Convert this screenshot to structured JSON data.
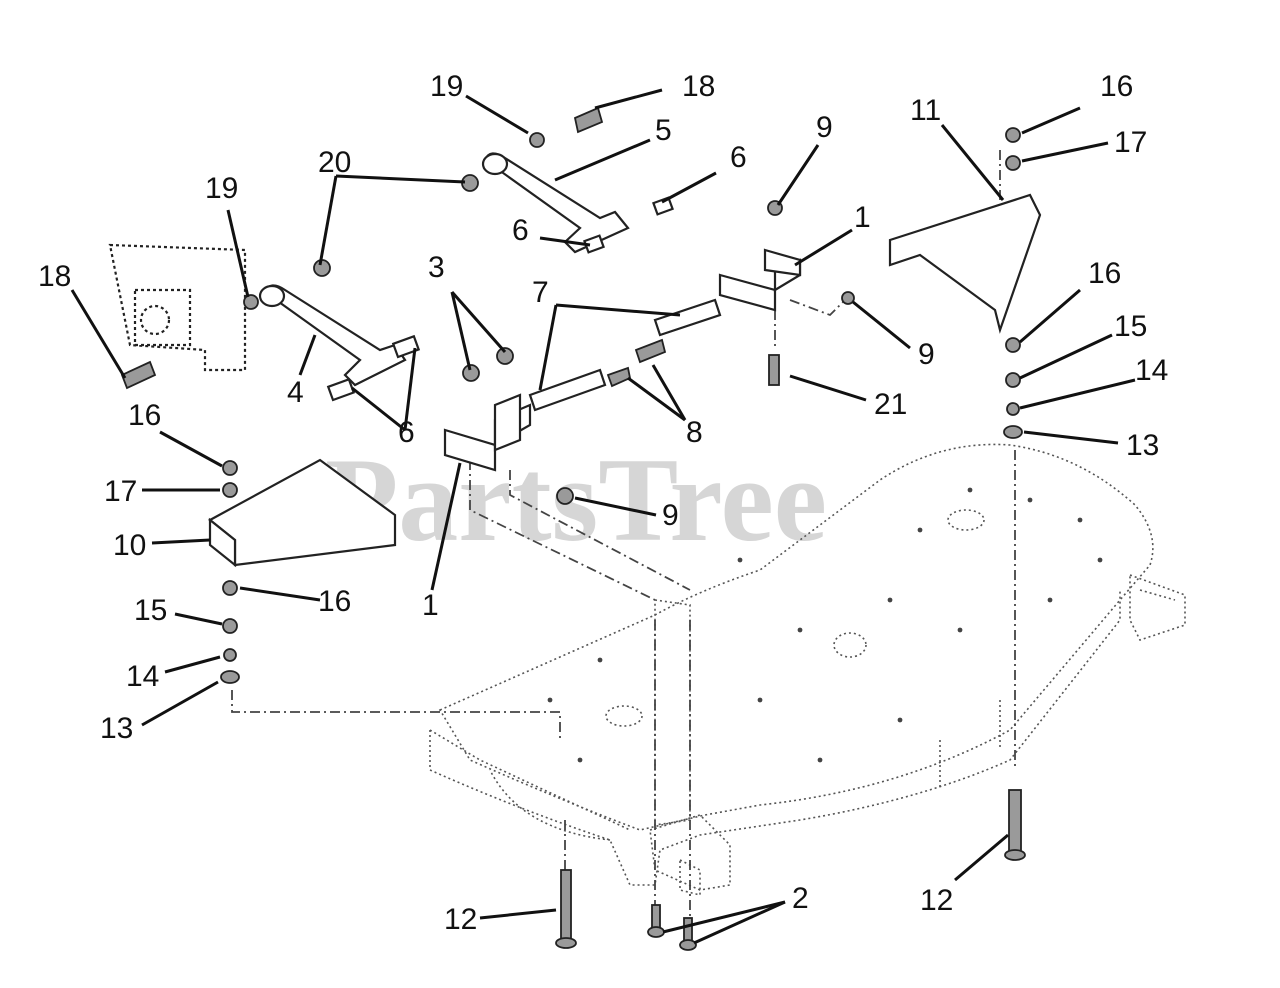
{
  "watermark": "PartsTree",
  "callouts": [
    {
      "id": "c19a",
      "text": "19"
    },
    {
      "id": "c18a",
      "text": "18"
    },
    {
      "id": "c5",
      "text": "5"
    },
    {
      "id": "c20",
      "text": "20"
    },
    {
      "id": "c6a",
      "text": "6"
    },
    {
      "id": "c6b",
      "text": "6"
    },
    {
      "id": "c19b",
      "text": "19"
    },
    {
      "id": "c18b",
      "text": "18"
    },
    {
      "id": "c4",
      "text": "4"
    },
    {
      "id": "c6c",
      "text": "6"
    },
    {
      "id": "c3",
      "text": "3"
    },
    {
      "id": "c7",
      "text": "7"
    },
    {
      "id": "c8",
      "text": "8"
    },
    {
      "id": "c9a",
      "text": "9"
    },
    {
      "id": "c1a",
      "text": "1"
    },
    {
      "id": "c9b",
      "text": "9"
    },
    {
      "id": "c21",
      "text": "21"
    },
    {
      "id": "c11",
      "text": "11"
    },
    {
      "id": "c16a",
      "text": "16"
    },
    {
      "id": "c17a",
      "text": "17"
    },
    {
      "id": "c16b",
      "text": "16"
    },
    {
      "id": "c15a",
      "text": "15"
    },
    {
      "id": "c14a",
      "text": "14"
    },
    {
      "id": "c13a",
      "text": "13"
    },
    {
      "id": "c16c",
      "text": "16"
    },
    {
      "id": "c17b",
      "text": "17"
    },
    {
      "id": "c10",
      "text": "10"
    },
    {
      "id": "c16d",
      "text": "16"
    },
    {
      "id": "c15b",
      "text": "15"
    },
    {
      "id": "c14b",
      "text": "14"
    },
    {
      "id": "c13b",
      "text": "13"
    },
    {
      "id": "c1b",
      "text": "1"
    },
    {
      "id": "c9c",
      "text": "9"
    },
    {
      "id": "c12a",
      "text": "12"
    },
    {
      "id": "c2",
      "text": "2"
    },
    {
      "id": "c12b",
      "text": "12"
    }
  ]
}
